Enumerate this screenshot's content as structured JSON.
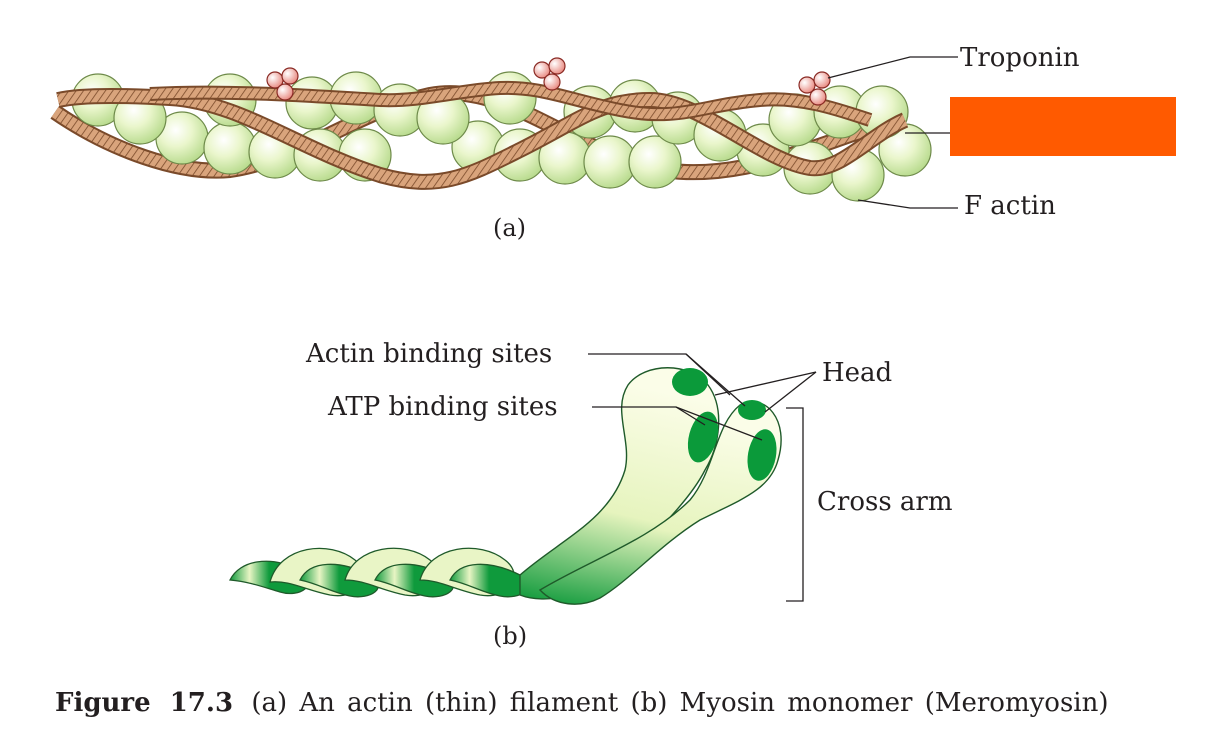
{
  "panel_a": {
    "label": "(a)",
    "labels": {
      "troponin": "Troponin",
      "f_actin": "F actin"
    },
    "colors": {
      "actin_bead": "#d3ecaa",
      "tropomyosin": "#c98a5c",
      "troponin": "#e8887f",
      "redacted_box": "#ff5a00"
    }
  },
  "panel_b": {
    "label": "(b)",
    "labels": {
      "actin_binding_sites": "Actin binding sites",
      "atp_binding_sites": "ATP binding sites",
      "head": "Head",
      "cross_arm": "Cross arm"
    },
    "colors": {
      "body_light": "#f4f9d8",
      "body_dark": "#0f9a3c",
      "site": "#0b9a3a"
    }
  },
  "caption": {
    "number": "Figure 17.3",
    "text": "(a) An actin (thin) filament (b) Myosin monomer (Meromyosin)"
  }
}
